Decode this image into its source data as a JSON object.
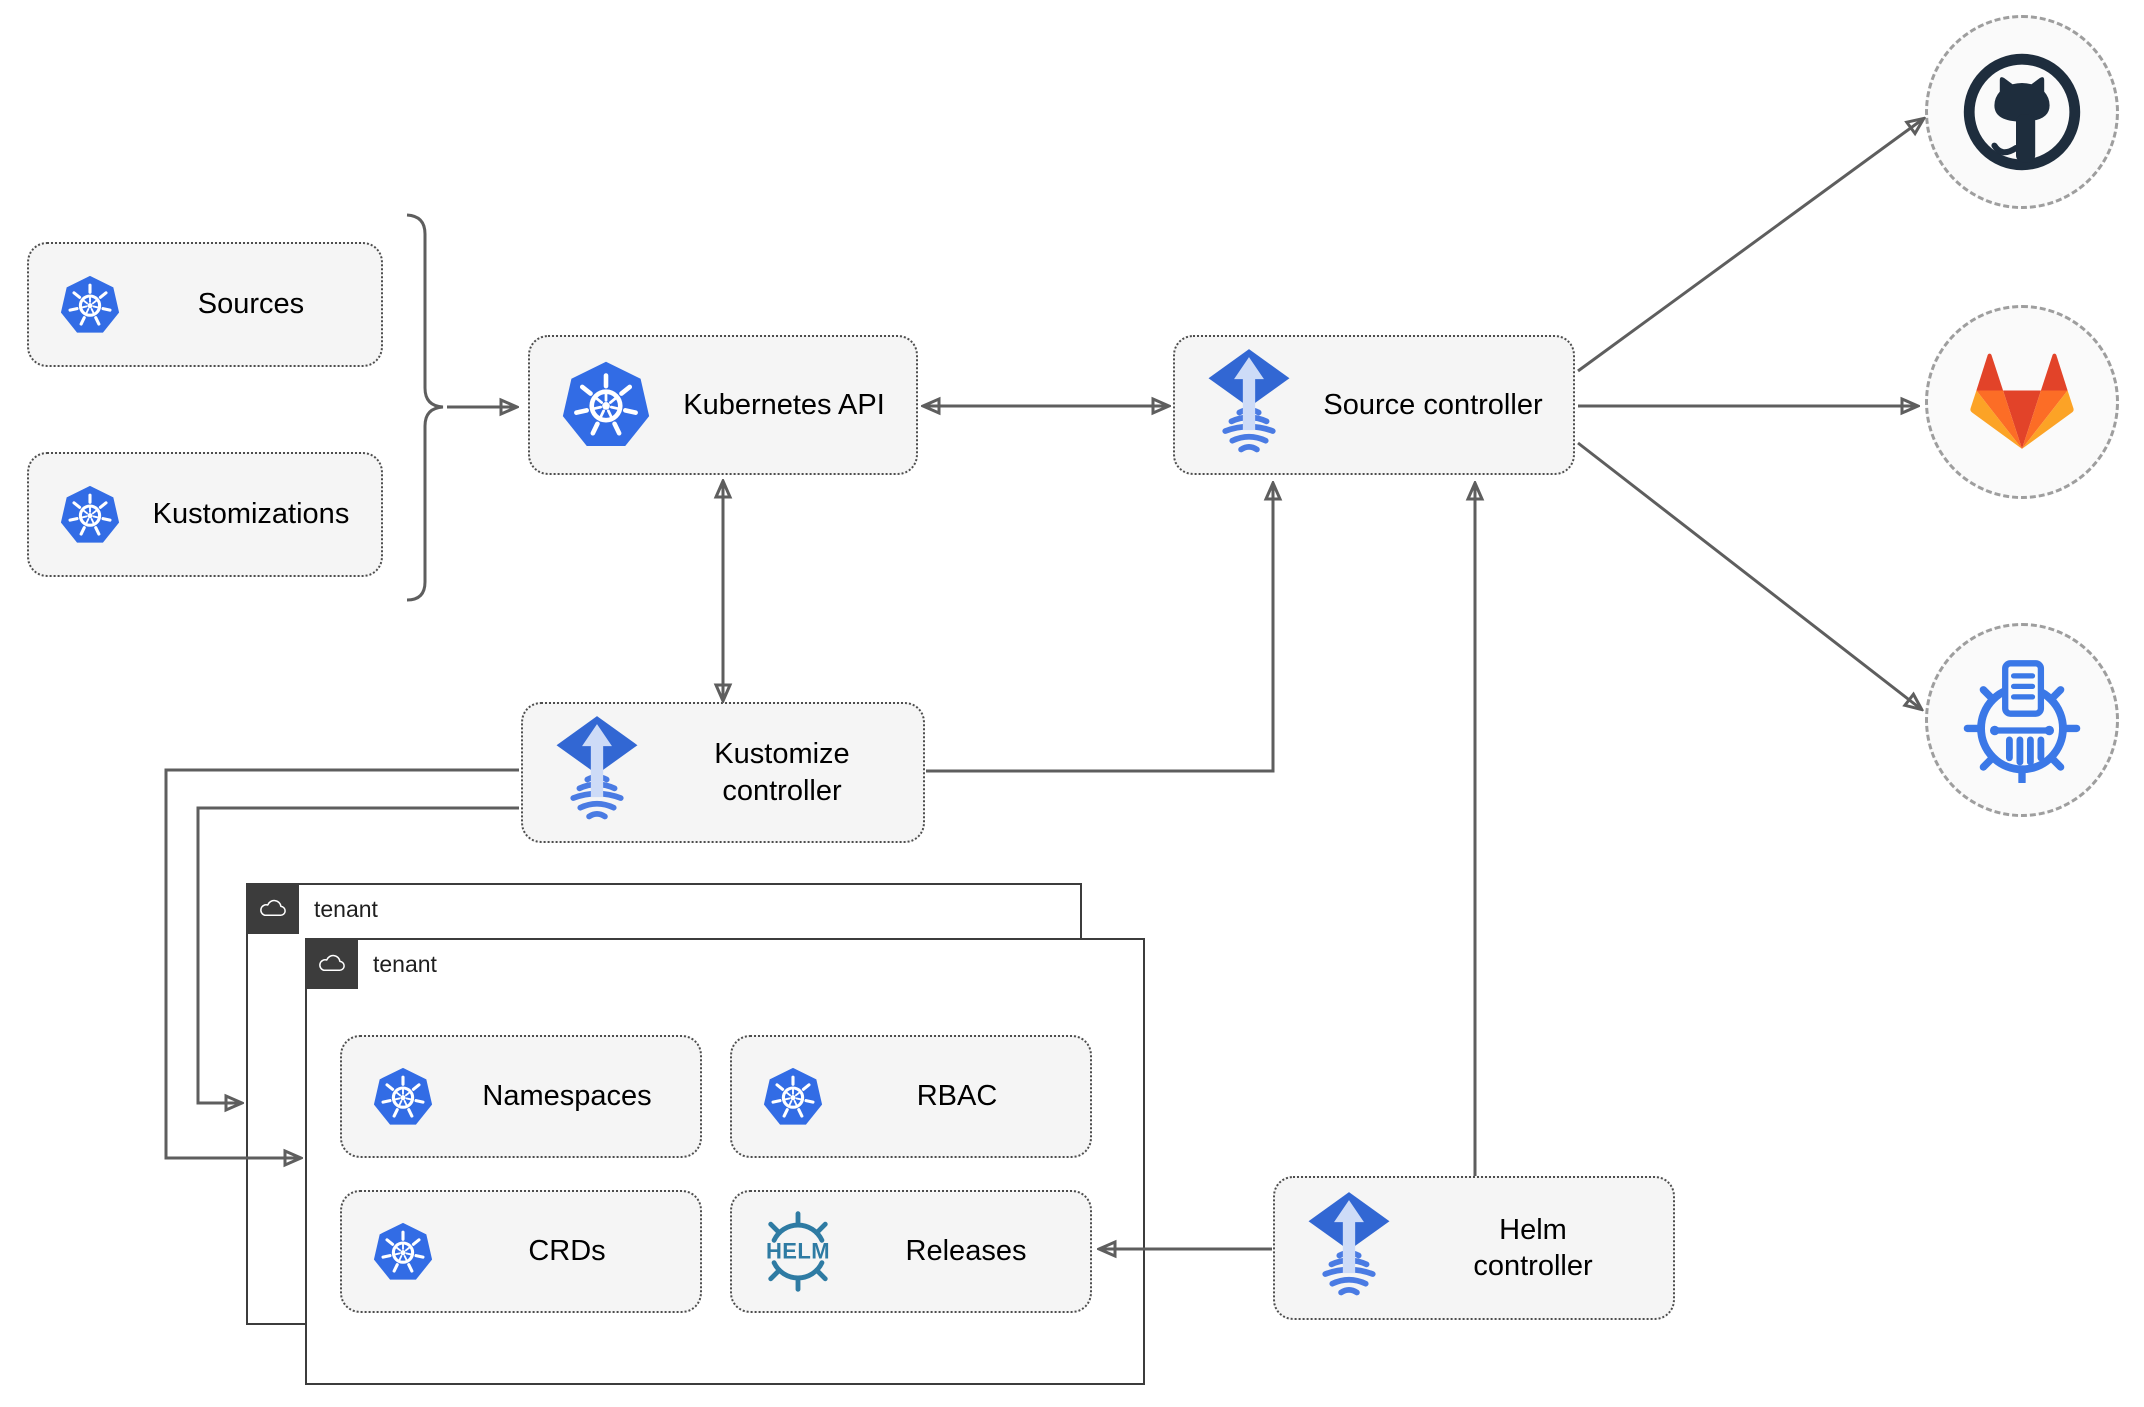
{
  "nodes": {
    "sources": {
      "label": "Sources",
      "icon": "kubernetes-icon"
    },
    "kustomizations": {
      "label": "Kustomizations",
      "icon": "kubernetes-icon"
    },
    "kubernetes_api": {
      "label": "Kubernetes API",
      "icon": "kubernetes-icon"
    },
    "source_controller": {
      "label": "Source controller",
      "icon": "flux-icon"
    },
    "kustomize_controller": {
      "label": "Kustomize controller",
      "icon": "flux-icon"
    },
    "helm_controller": {
      "label": "Helm controller",
      "icon": "flux-icon"
    },
    "tenant_outer": {
      "label": "tenant",
      "icon": "cloud-icon"
    },
    "tenant_inner": {
      "label": "tenant",
      "icon": "cloud-icon"
    },
    "namespaces": {
      "label": "Namespaces",
      "icon": "kubernetes-icon"
    },
    "rbac": {
      "label": "RBAC",
      "icon": "kubernetes-icon"
    },
    "crds": {
      "label": "CRDs",
      "icon": "kubernetes-icon"
    },
    "releases": {
      "label": "Releases",
      "icon": "helm-icon",
      "icon_text": "HELM"
    }
  },
  "external_systems": {
    "github": {
      "icon": "github-icon"
    },
    "gitlab": {
      "icon": "gitlab-icon"
    },
    "kustomize_repo": {
      "icon": "kustomize-icon"
    }
  },
  "colors": {
    "kubernetes_blue": "#326CE5",
    "flux_blue": "#3267D3",
    "flux_wave_blue": "#4A7BE3",
    "flux_arrow_light": "#CDDBF7",
    "helm_teal": "#2E7BA3",
    "github_dark": "#1E2D3D",
    "gitlab_red": "#E24329",
    "gitlab_orange": "#FC6D26",
    "gitlab_light_orange": "#FCA326",
    "kustomize_blue": "#3B78E7",
    "connector_gray": "#5E5E5E",
    "node_fill": "#F5F5F5",
    "tenant_border": "#3C3C3C"
  }
}
